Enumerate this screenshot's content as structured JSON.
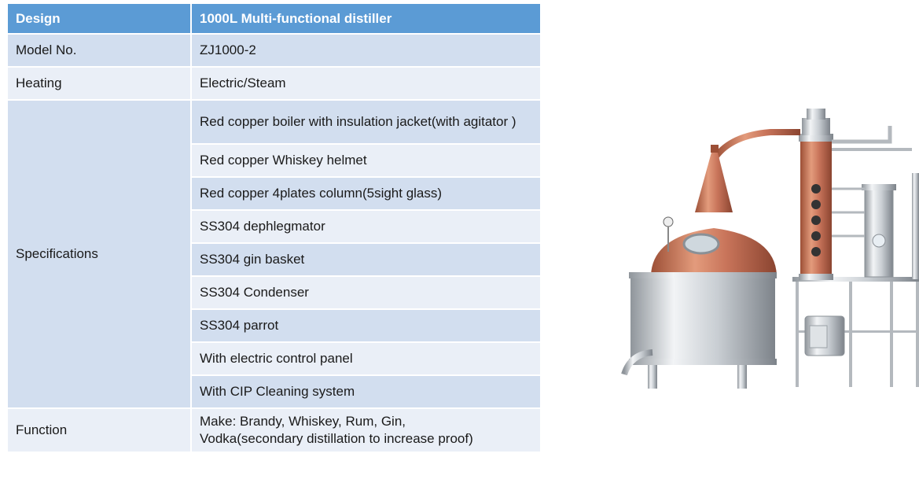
{
  "table": {
    "header": {
      "label": "Design",
      "value": "1000L Multi-functional distiller"
    },
    "model": {
      "label": "Model No.",
      "value": "ZJ1000-2"
    },
    "heating": {
      "label": "Heating",
      "value": "Electric/Steam"
    },
    "specifications": {
      "label": "Specifications",
      "items": [
        "Red copper boiler with insulation jacket(with agitator )",
        "Red copper Whiskey helmet",
        "Red copper 4plates column(5sight glass)",
        "SS304 dephlegmator",
        "SS304 gin basket",
        "SS304 Condenser",
        "SS304 parrot",
        "With electric control panel",
        "With CIP Cleaning system"
      ]
    },
    "function": {
      "label": "Function",
      "line1": "Make: Brandy, Whiskey, Rum, Gin,",
      "line2": "Vodka(secondary distillation to increase proof)"
    }
  },
  "colors": {
    "header": "#5b9bd5",
    "row_dark": "#d2deef",
    "row_light": "#eaeff7",
    "copper": "#c8745a",
    "steel": "#c9ced3"
  }
}
